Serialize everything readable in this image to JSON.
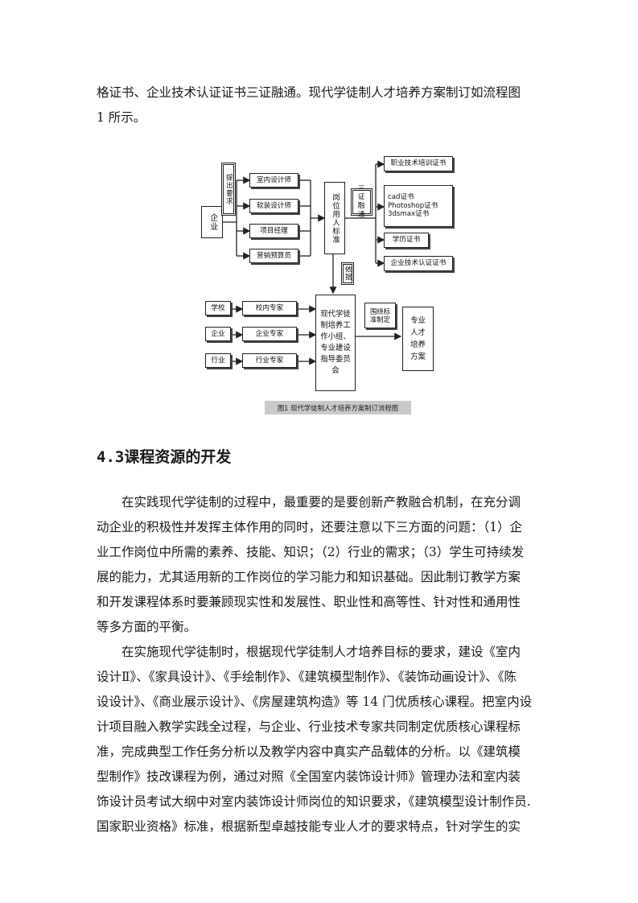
{
  "intro_paragraph": {
    "lines": [
      "格证书、企业技术认证证书三证融通。现代学徒制人才培养方案制订如流程图",
      "1 所示。"
    ]
  },
  "flowchart": {
    "enterprise": "企业",
    "propose_requirements": "提出要求",
    "positions": [
      "室内设计师",
      "软装设计师",
      "项目经理",
      "营销预算员"
    ],
    "job_standard": "岗位用人标准",
    "three_certificates": "三证融通",
    "certificates": {
      "vocational_training": "职业技术培训证书",
      "software_lines": [
        "cad证书",
        "Photoshop证书",
        "3dsmax证书"
      ],
      "academic": "学历证书",
      "enterprise_tech": "企业技术认证证书"
    },
    "basis": "依据",
    "sources": [
      {
        "source": "学校",
        "expert": "校内专家"
      },
      {
        "source": "企业",
        "expert": "企业专家"
      },
      {
        "source": "行业",
        "expert": "行业专家"
      }
    ],
    "working_group": "现代学徒制培养工作小组、专业建设指导委员会",
    "around_standard": "围绕标准制定",
    "talent_plan": "专业人才培养方案",
    "caption": "图1 现代学徒制人才培养方案制订流程图"
  },
  "section": {
    "number": "4.3",
    "title": "课程资源的开发"
  },
  "paragraph1": {
    "lines": [
      "　　在实践现代学徒制的过程中，最重要的是要创新产教融合机制，在充分调",
      "动企业的积极性并发挥主体作用的同时，还要注意以下三方面的问题：（1）企",
      "业工作岗位中所需的素养、技能、知识；（2）行业的需求；（3）学生可持续发",
      "展的能力，尤其适用新的工作岗位的学习能力和知识基础。因此制订教学方案",
      "和开发课程体系时要兼顾现实性和发展性、职业性和高等性、针对性和通用性",
      "等多方面的平衡。"
    ]
  },
  "paragraph2": {
    "lines": [
      "　　在实施现代学徒制时，根据现代学徒制人才培养目标的要求，建设《室内",
      "设计Ⅱ》、《家具设计》、《手绘制作》、《建筑模型制作》、《装饰动画设计》、《陈",
      "设设计》、《商业展示设计》、《房屋建筑构造》等 14 门优质核心课程。把室内设",
      "计项目融入教学实践全过程，与企业、行业技术专家共同制定优质核心课程标",
      "准，完成典型工作任务分析以及教学内容中真实产品载体的分析。以《建筑模",
      "型制作》技改课程为例，通过对照《全国室内装饰设计师》管理办法和室内装",
      "饰设计员考试大纲中对室内装饰设计师岗位的知识要求，《建筑模型设计制作员.",
      "国家职业资格》标准，根据新型卓越技能专业人才的要求特点，针对学生的实"
    ]
  }
}
